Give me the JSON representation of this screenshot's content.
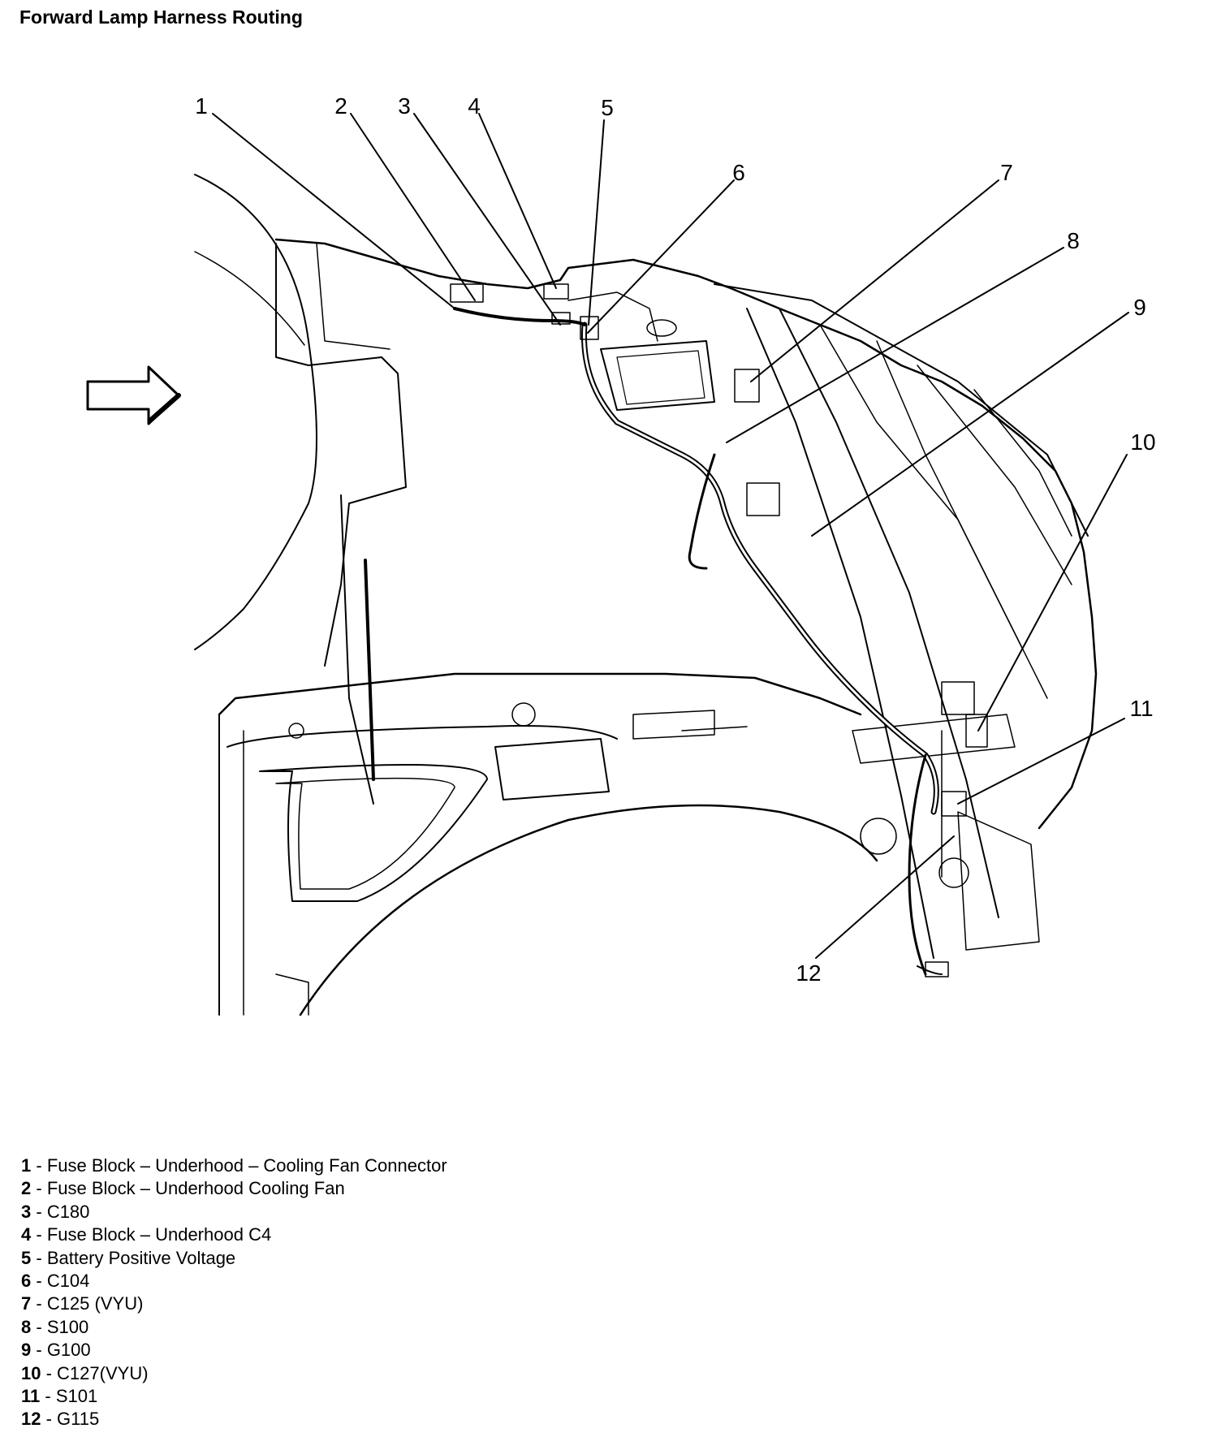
{
  "title": "Forward Lamp Harness Routing",
  "callouts": [
    "1",
    "2",
    "3",
    "4",
    "5",
    "6",
    "7",
    "8",
    "9",
    "10",
    "11",
    "12"
  ],
  "legend": [
    {
      "num": "1",
      "sep": " - ",
      "text": "Fuse Block – Underhood – Cooling Fan Connector"
    },
    {
      "num": "2",
      "sep": " - ",
      "text": "Fuse Block – Underhood Cooling Fan"
    },
    {
      "num": "3",
      "sep": " - ",
      "text": "C180"
    },
    {
      "num": "4",
      "sep": " - ",
      "text": "Fuse Block – Underhood C4"
    },
    {
      "num": "5",
      "sep": " - ",
      "text": "Battery Positive Voltage"
    },
    {
      "num": "6",
      "sep": " - ",
      "text": "C104"
    },
    {
      "num": "7",
      "sep": " - ",
      "text": "C125 (VYU)"
    },
    {
      "num": "8",
      "sep": " - ",
      "text": "S100"
    },
    {
      "num": "9",
      "sep": " - ",
      "text": "G100"
    },
    {
      "num": "10",
      "sep": " - ",
      "text": "C127(VYU)"
    },
    {
      "num": "11",
      "sep": " - ",
      "text": "S101"
    },
    {
      "num": "12",
      "sep": " - ",
      "text": "G115"
    }
  ]
}
